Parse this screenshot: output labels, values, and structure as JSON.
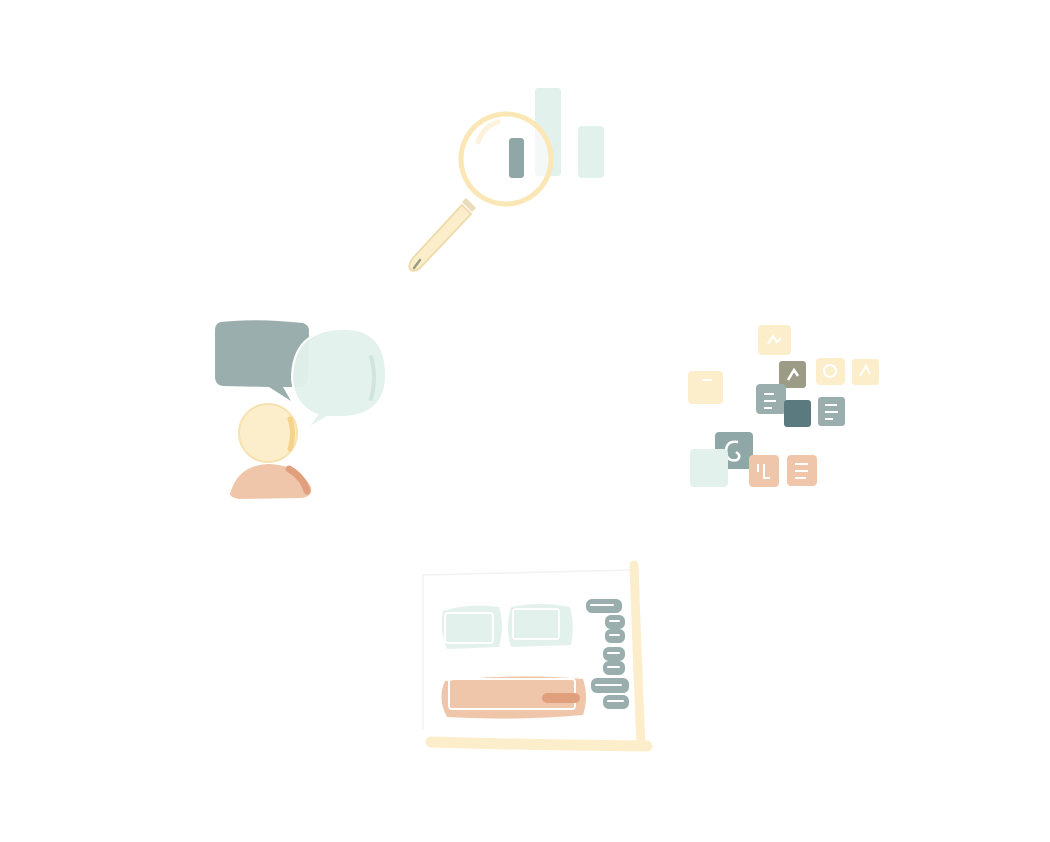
{
  "colors": {
    "mint": "#e3f1ec",
    "mint_stroke": "#cfe6de",
    "slate": "#9aafad",
    "slate_dark": "#5b7a80",
    "cream": "#fdeecb",
    "cream_stroke": "#f6e2ae",
    "peach": "#f0c6ab",
    "peach_dark": "#e0a07e",
    "olive": "#9c9c86",
    "white": "#ffffff"
  },
  "illustrations": [
    {
      "key": "analysis",
      "icons": [
        "magnifier-icon",
        "bar-chart-icon"
      ]
    },
    {
      "key": "conversation",
      "icons": [
        "speech-bubble-icon",
        "thought-bubble-icon",
        "person-icon"
      ]
    },
    {
      "key": "tiles",
      "icons": [
        "app-tile-icon"
      ]
    },
    {
      "key": "board",
      "icons": [
        "kanban-board-icon"
      ]
    }
  ]
}
